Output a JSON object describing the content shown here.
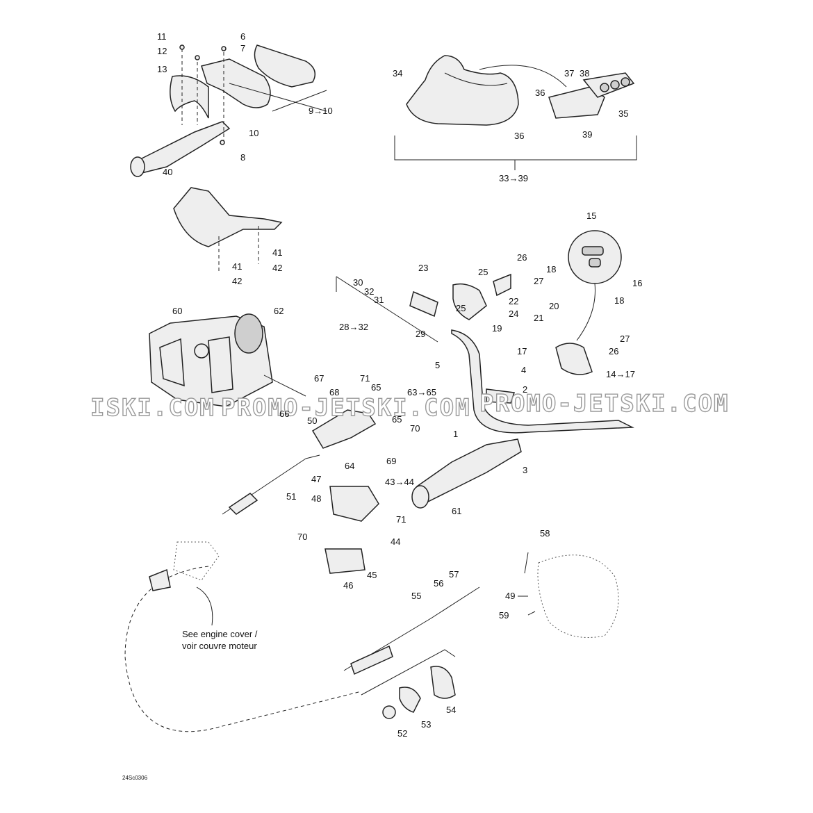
{
  "watermarks": [
    "ISKI.COM",
    "PROMO-JETSKI.COM",
    "PROMO-JETSKI.COM"
  ],
  "labels": [
    "11",
    "12",
    "13",
    "6",
    "7",
    "9→10",
    "10",
    "8",
    "34",
    "37",
    "38",
    "36",
    "35",
    "36",
    "39",
    "33→39",
    "40",
    "41",
    "41",
    "42",
    "42",
    "15",
    "16",
    "23",
    "25",
    "26",
    "18",
    "27",
    "30",
    "32",
    "31",
    "25",
    "22",
    "24",
    "28→32",
    "29",
    "19",
    "18",
    "21",
    "20",
    "17",
    "26",
    "27",
    "14→17",
    "5",
    "4",
    "2",
    "60",
    "62",
    "67",
    "68",
    "71",
    "65",
    "63→65",
    "66",
    "50",
    "65",
    "70",
    "1",
    "64",
    "69",
    "3",
    "47",
    "43→44",
    "48",
    "51",
    "61",
    "71",
    "70",
    "44",
    "45",
    "46",
    "58",
    "57",
    "56",
    "55",
    "49",
    "59",
    "54",
    "53",
    "52"
  ],
  "captions": {
    "engine_note_line1": "See engine cover /",
    "engine_note_line2": "voir couvre moteur",
    "drawing_code": "24Sc0306"
  }
}
